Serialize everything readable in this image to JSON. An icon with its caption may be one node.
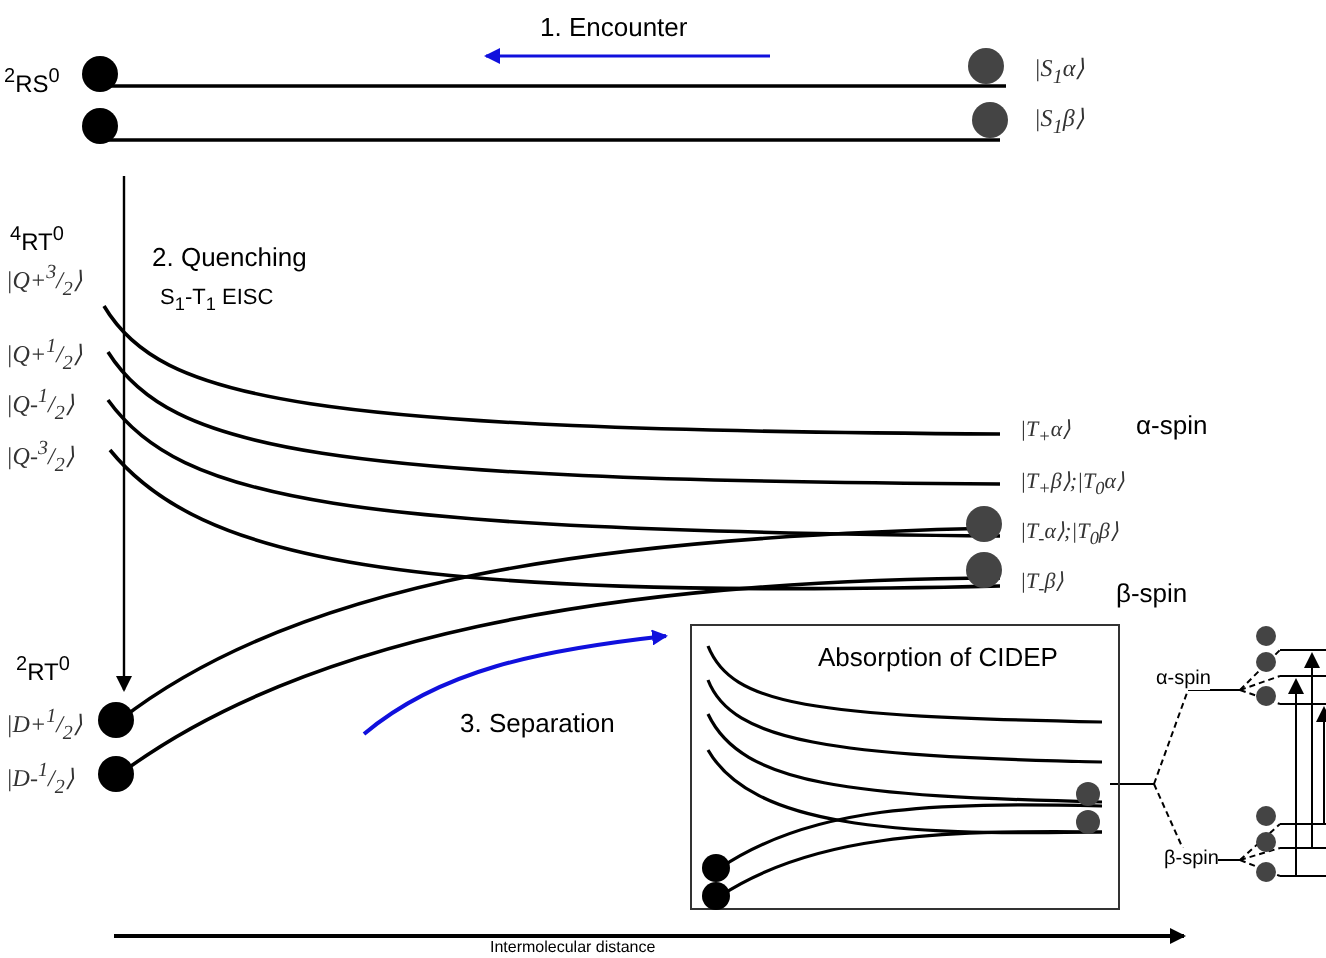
{
  "diagram": {
    "nodes": [
      {
        "text": [
          "Absorption of CIDEP"
        ]
      }
    ],
    "labels": [
      "1. Encounter",
      "$^{2}$RS$^{0}$",
      "|S$_{1}$α⟩",
      "|S$_{1}$β⟩",
      "$^{4}$RT$^{0}$",
      "2. Quenching",
      "S$_{1}$-T$_{1}$ EISC",
      "|Q+$^{3}$/$_{2}$⟩",
      "|Q+$^{1}$/$_{2}$⟩",
      "|Q-$^{1}$/$_{2}$⟩",
      "|Q-$^{3}$/$_{2}$⟩",
      "|T$_{+}$α⟩",
      "α-spin",
      "|T$_{+}$β⟩;|T$_{0}$α⟩",
      "|T$_{-}$α⟩;|T$_{0}$β⟩",
      "|T$_{-}$β⟩",
      "β-spin",
      "$^{2}$RT$^{0}$",
      "|D+$^{1}$/$_{2}$⟩",
      "|D-$^{1}$/$_{2}$⟩",
      "3. Separation",
      "α-spin",
      "β-spin",
      "Intermolecular distance"
    ]
  }
}
